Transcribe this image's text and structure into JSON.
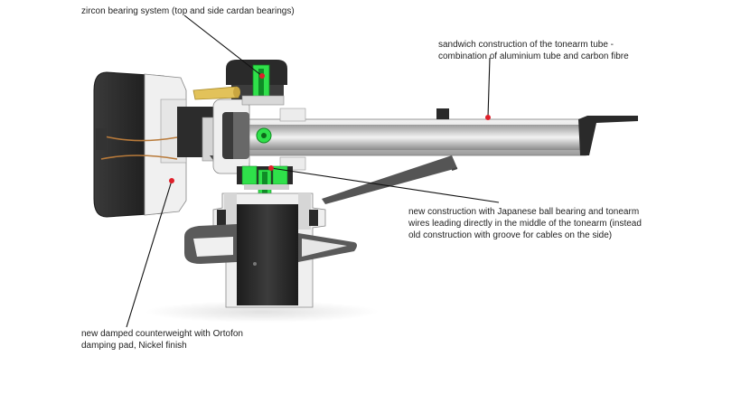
{
  "annotations": {
    "zircon_bearing": "zircon bearing system (top and side cardan bearings)",
    "sandwich": [
      "sandwich construction of the tonearm tube -",
      "combination of aluminium tube and carbon fibre"
    ],
    "ball_bearing": [
      "new construction with Japanese ball bearing and tonearm",
      "wires leading directly in the middle of the tonearm (instead",
      "old construction with groove for cables on the side)"
    ],
    "counterweight": [
      "new damped counterweight with Ortofon",
      "damping pad, Nickel finish"
    ]
  },
  "colors": {
    "marker_red": "#e0202a",
    "bearing_green": "#2fe04a",
    "dark_metal": "#2a2a2a",
    "mid_metal": "#6b6b6b",
    "light_metal": "#d8d8d8",
    "brass": "#e2c25a"
  }
}
